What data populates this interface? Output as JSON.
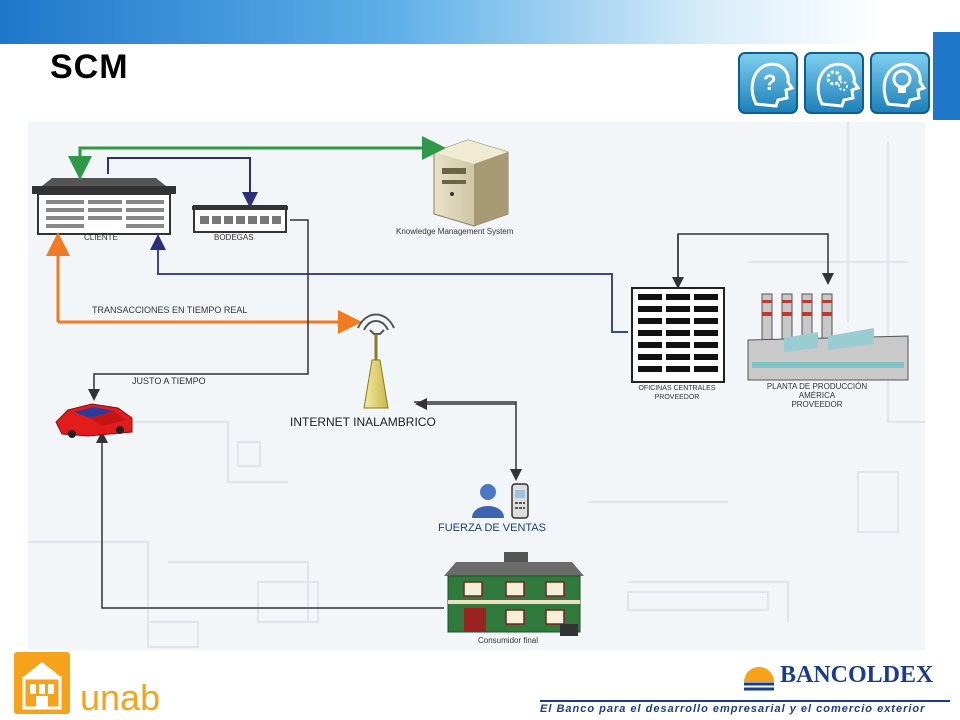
{
  "slide": {
    "title": "SCM"
  },
  "diagram": {
    "nodes": {
      "cliente": "CLIENTE",
      "bodegas": "BODEGAS",
      "kms": "Knowledge Management System",
      "transacciones": "TRANSACCIONES EN TIEMPO REAL",
      "justo": "JUSTO A TIEMPO",
      "internet": "INTERNET INALAMBRICO",
      "oficinas_l1": "OFICINAS CENTRALES",
      "oficinas_l2": "PROVEEDOR",
      "planta_l1": "PLANTA DE PRODUCCIÓN",
      "planta_l2": "AMÉRICA",
      "planta_l3": "PROVEEDOR",
      "fuerza": "FUERZA DE VENTAS",
      "consumidor": "Consumidor final"
    },
    "colors": {
      "green_arrow": "#2e9a47",
      "orange_arrow": "#f07b22",
      "navy_arrow": "#2b2f7a",
      "black_arrow": "#333333"
    }
  },
  "footer": {
    "unab": "unab",
    "bancoldex": "BANCOLDEX",
    "tagline": "El Banco para el desarrollo empresarial y el comercio exterior"
  },
  "icons": [
    "question-head-icon",
    "gears-head-icon",
    "lightbulb-head-icon",
    "university-building-icon",
    "bancoldex-sun-icon"
  ]
}
